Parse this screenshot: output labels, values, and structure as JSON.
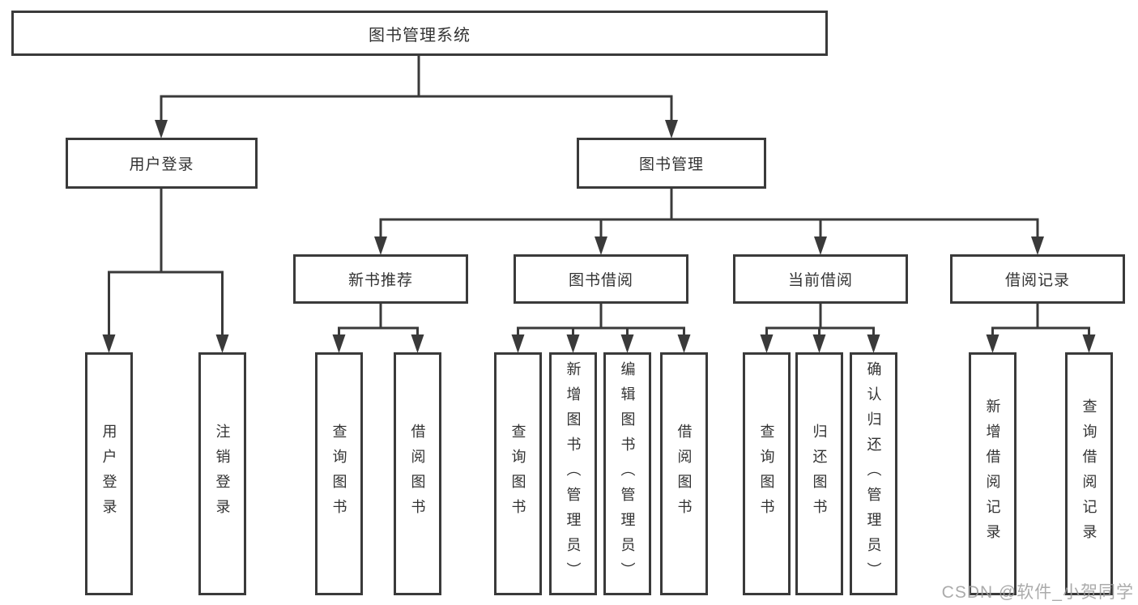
{
  "colors": {
    "line": "#3a3a3a",
    "box_border": "#3a3a3a",
    "box_background": "#ffffff",
    "text": "#333333",
    "watermark": "#9d9d9d"
  },
  "diagram": {
    "root": {
      "label": "图书管理系统"
    },
    "branches": [
      {
        "label": "用户登录",
        "children": [
          "用户登录",
          "注销登录"
        ]
      },
      {
        "label": "图书管理",
        "groups": [
          {
            "label": "新书推荐",
            "children": [
              "查询图书",
              "借阅图书"
            ]
          },
          {
            "label": "图书借阅",
            "children": [
              "查询图书",
              "新增图书（管理员）",
              "编辑图书（管理员）",
              "借阅图书"
            ]
          },
          {
            "label": "当前借阅",
            "children": [
              "查询图书",
              "归还图书",
              "确认归还（管理员）"
            ]
          },
          {
            "label": "借阅记录",
            "children": [
              "新增借阅记录",
              "查询借阅记录"
            ]
          }
        ]
      }
    ]
  },
  "watermark": {
    "text": "CSDN @软件_小贺同学"
  }
}
